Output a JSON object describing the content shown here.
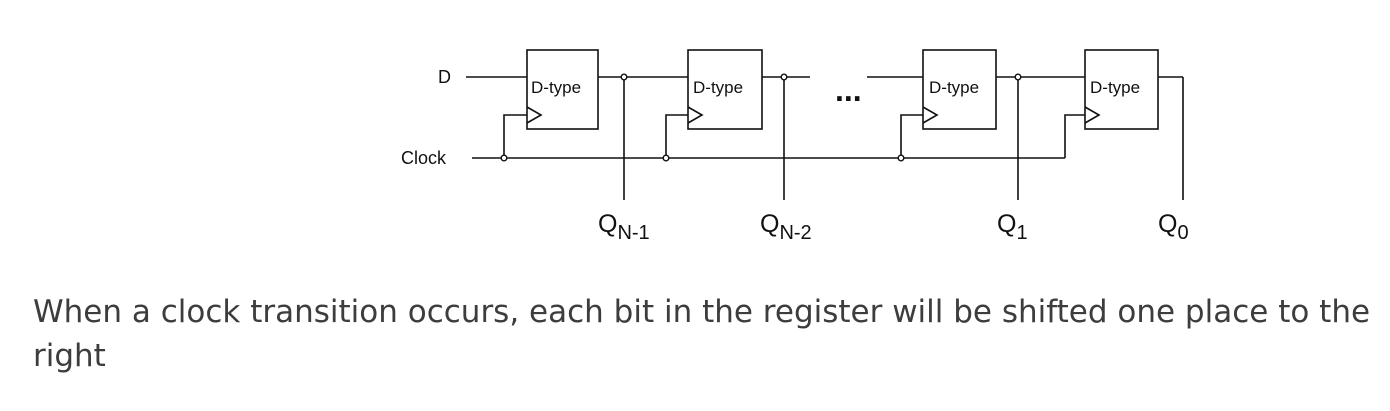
{
  "diagram": {
    "input_label": "D",
    "clock_label": "Clock",
    "ellipsis": "...",
    "flip_flops": [
      {
        "label": "D-type"
      },
      {
        "label": "D-type"
      },
      {
        "label": "D-type"
      },
      {
        "label": "D-type"
      }
    ],
    "outputs": [
      {
        "base": "Q",
        "sub": "N-1"
      },
      {
        "base": "Q",
        "sub": "N-2"
      },
      {
        "base": "Q",
        "sub": "1"
      },
      {
        "base": "Q",
        "sub": "0"
      }
    ]
  },
  "caption": "When a clock transition occurs, each bit in the register will be shifted one place to the right"
}
